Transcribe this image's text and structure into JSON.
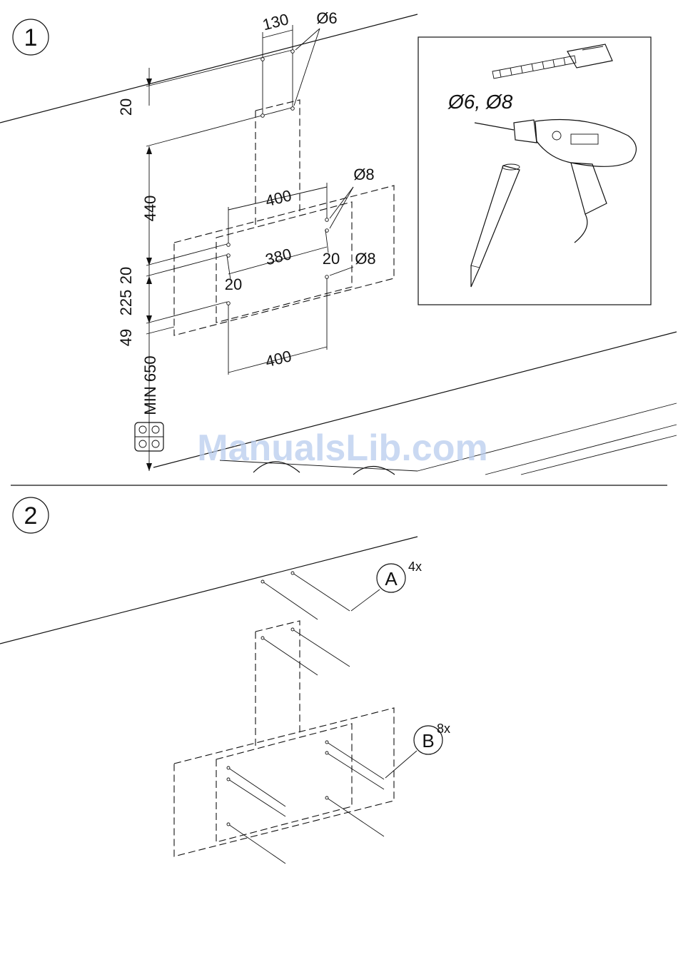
{
  "steps": [
    "1",
    "2"
  ],
  "dimensions": {
    "d130": "130",
    "d6": "Ø6",
    "d20_top": "20",
    "d440": "440",
    "d400_top": "400",
    "d8_top": "Ø8",
    "d380": "380",
    "d20_right": "20",
    "d8_right": "Ø8",
    "d20_left": "20",
    "d20_side": "20",
    "d225": "225",
    "d49": "49",
    "d400_bottom": "400",
    "min650": "MIN 650"
  },
  "tools_panel": {
    "drill_sizes": "Ø6, Ø8"
  },
  "watermark": "ManualsLib.com",
  "callouts": [
    {
      "letter": "A",
      "qty": "4x"
    },
    {
      "letter": "B",
      "qty": "8x"
    }
  ]
}
